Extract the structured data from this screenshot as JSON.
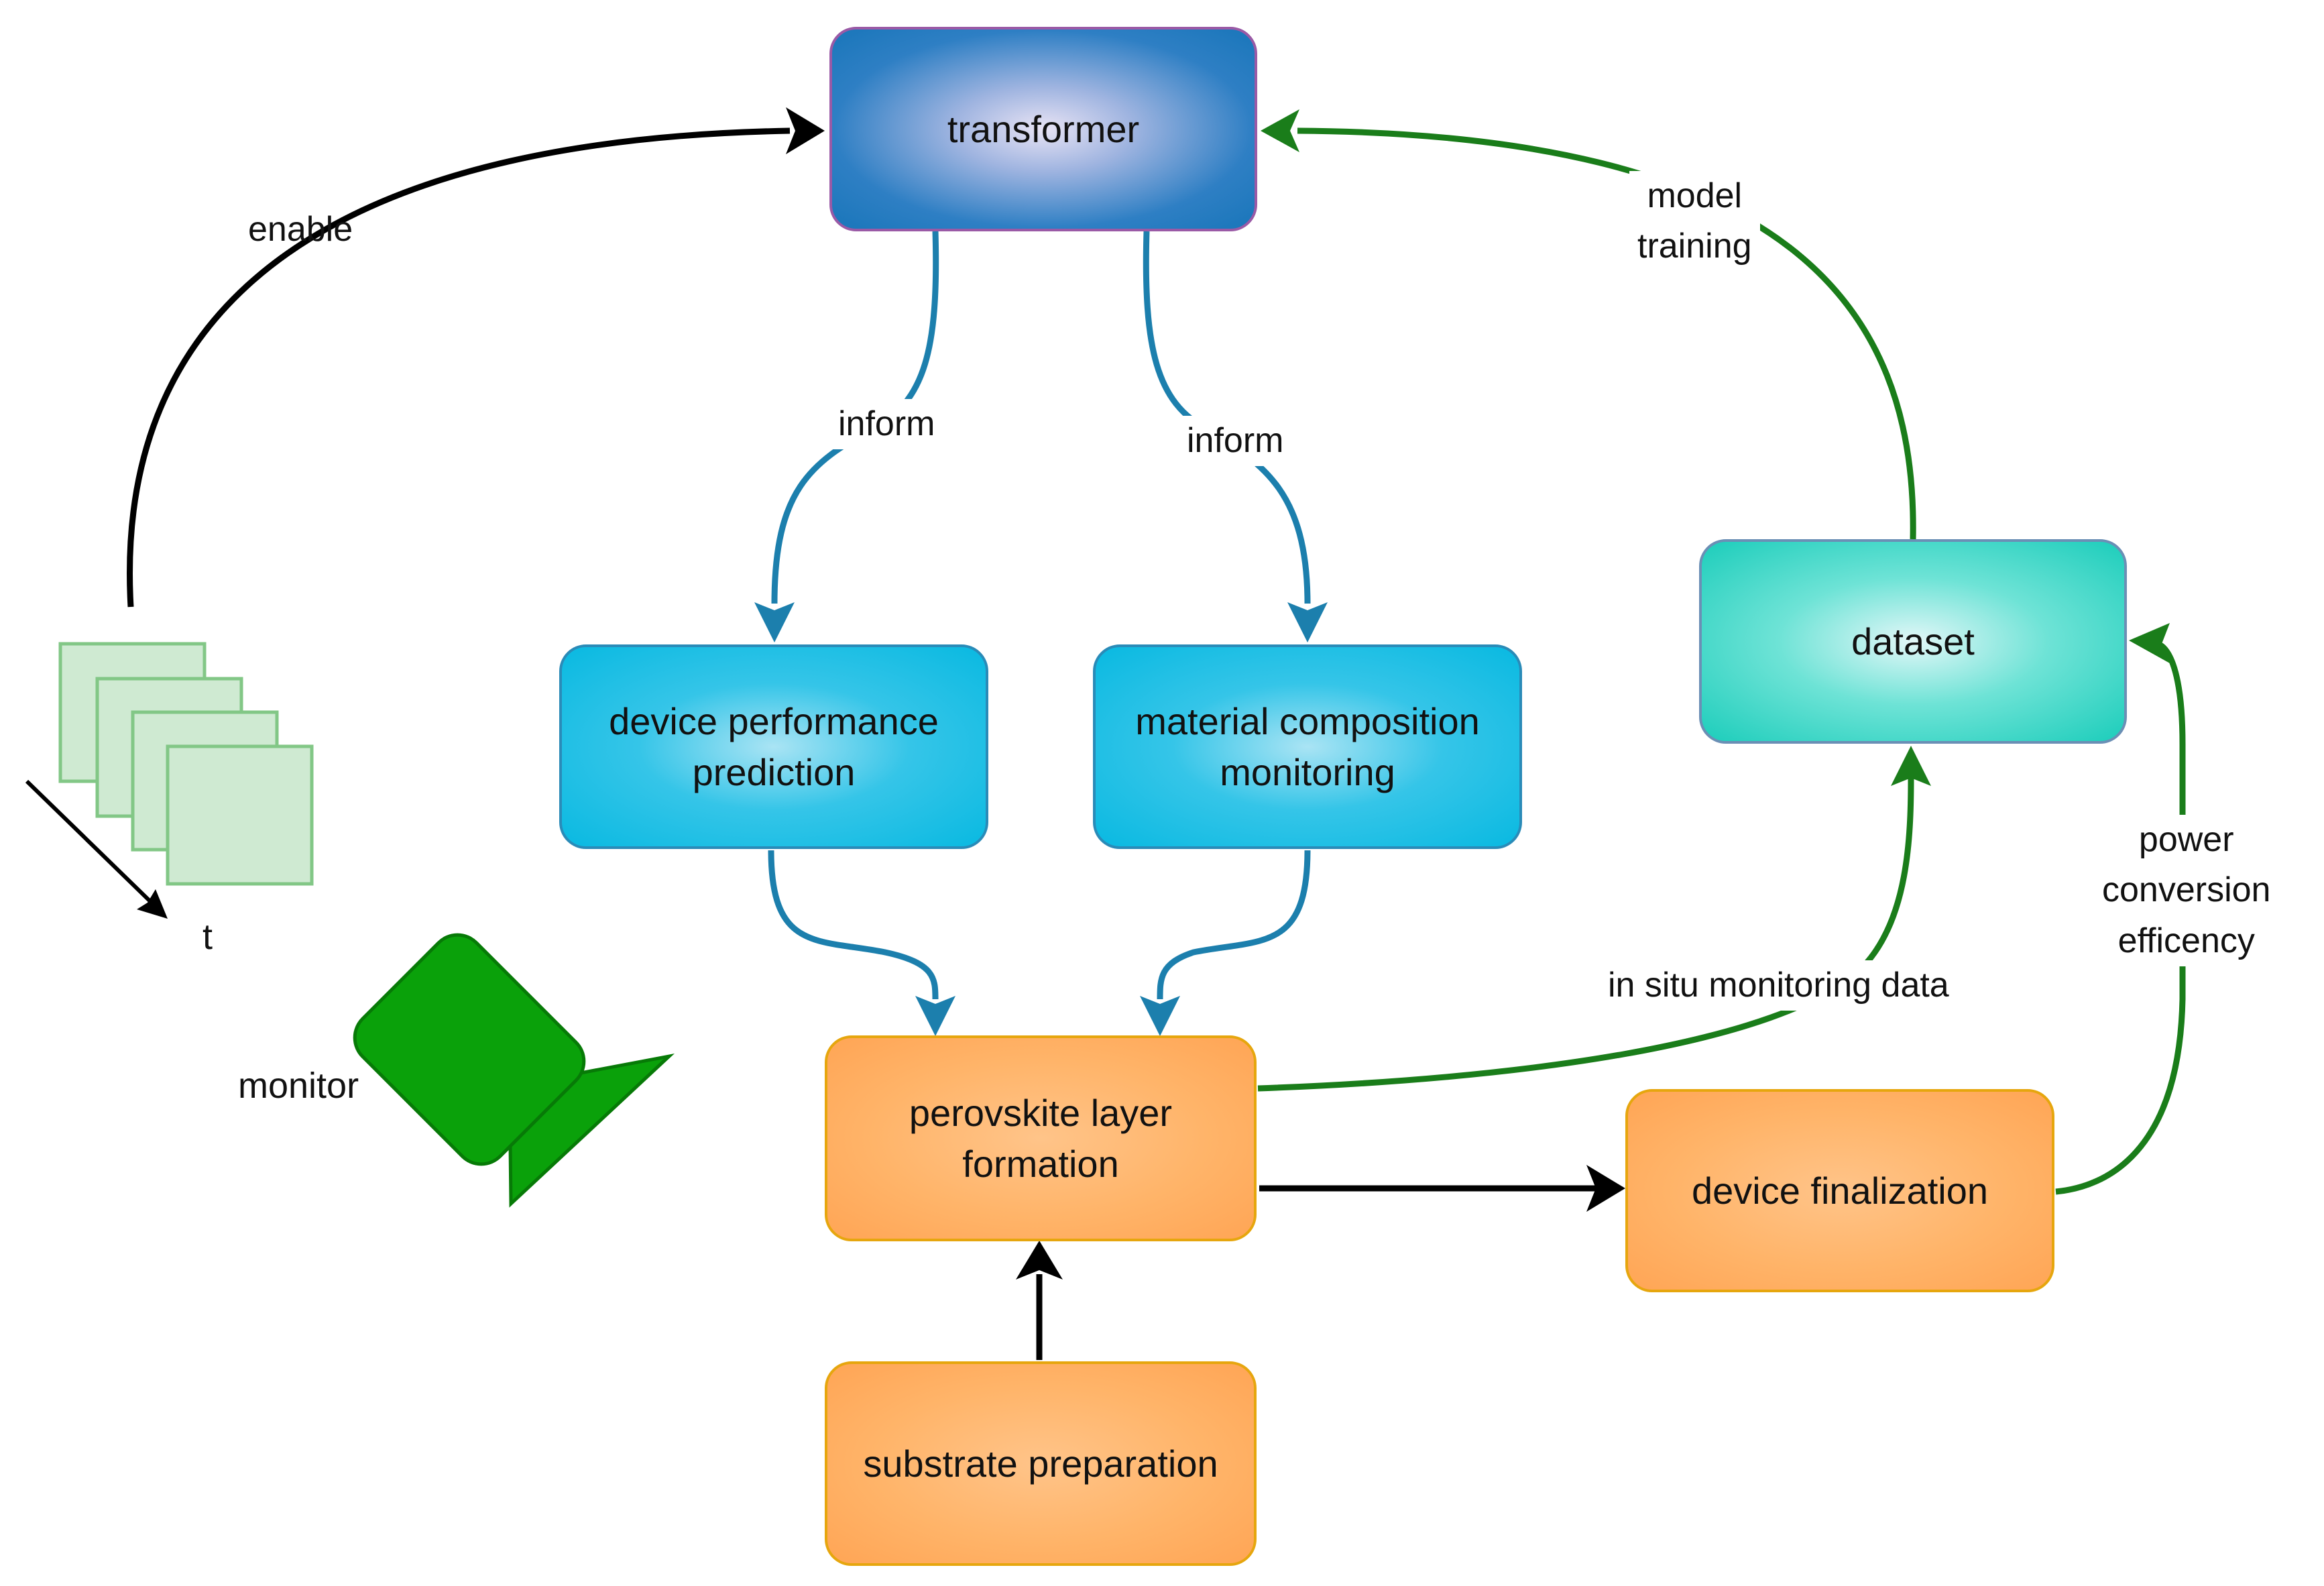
{
  "nodes": {
    "transformer": "transformer",
    "device_performance_prediction": "device performance prediction",
    "material_composition_monitoring": "material composition monitoring",
    "dataset": "dataset",
    "perovskite_layer_formation": "perovskite layer formation",
    "device_finalization": "device finalization",
    "substrate_preparation": "substrate preparation"
  },
  "edge_labels": {
    "enable": "enable",
    "inform_left": "inform",
    "inform_right": "inform",
    "model_training_line1": "model",
    "model_training_line2": "training",
    "in_situ_monitoring_data": "in situ monitoring data",
    "power_conversion_line1": "power",
    "power_conversion_line2": "conversion",
    "power_conversion_line3": "efficency"
  },
  "side_labels": {
    "time_axis": "t",
    "monitor": "monitor"
  },
  "colors": {
    "black_arrow": "#000000",
    "blue_arrow": "#1c7fad",
    "green_arrow": "#1a7d1a",
    "frame_fill": "#cfead2",
    "frame_stroke": "#82c786",
    "camera_fill": "#0aa10a",
    "camera_stroke": "#077a07"
  },
  "icons": {
    "frames": "stacked-frames-icon",
    "camera": "camera-icon"
  }
}
